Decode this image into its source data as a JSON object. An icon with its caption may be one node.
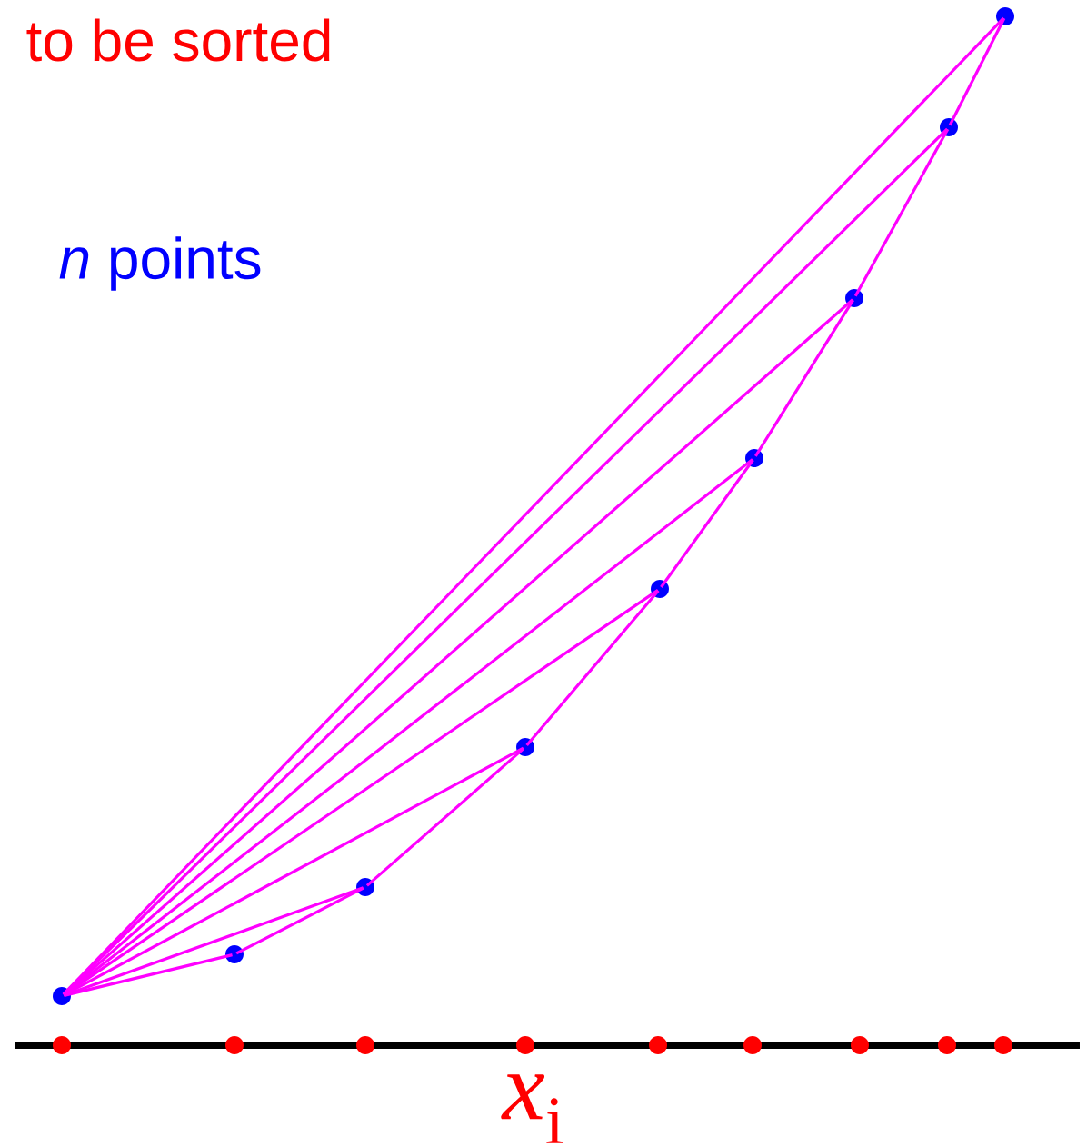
{
  "diagram": {
    "nodes": [
      {
        "text": [],
        "shape": "circle"
      },
      {
        "text": [],
        "shape": "circle"
      },
      {
        "text": [],
        "shape": "circle"
      },
      {
        "text": [],
        "shape": "circle"
      },
      {
        "text": [],
        "shape": "circle"
      },
      {
        "text": [],
        "shape": "circle"
      },
      {
        "text": [],
        "shape": "circle"
      },
      {
        "text": [],
        "shape": "circle"
      },
      {
        "text": [],
        "shape": "circle"
      },
      {
        "text": [],
        "shape": "circle"
      },
      {
        "text": [],
        "shape": "circle"
      },
      {
        "text": [],
        "shape": "circle"
      },
      {
        "text": [],
        "shape": "circle"
      },
      {
        "text": [],
        "shape": "circle"
      },
      {
        "text": [],
        "shape": "circle"
      },
      {
        "text": [],
        "shape": "circle"
      },
      {
        "text": [],
        "shape": "circle"
      },
      {
        "text": [],
        "shape": "circle"
      }
    ],
    "edges": [
      {
        "from": 0,
        "to": 1,
        "arrow": "none"
      },
      {
        "from": 0,
        "to": 2,
        "arrow": "none"
      },
      {
        "from": 0,
        "to": 3,
        "arrow": "none"
      },
      {
        "from": 0,
        "to": 4,
        "arrow": "none"
      },
      {
        "from": 0,
        "to": 5,
        "arrow": "none"
      },
      {
        "from": 0,
        "to": 6,
        "arrow": "none"
      },
      {
        "from": 0,
        "to": 7,
        "arrow": "none"
      },
      {
        "from": 0,
        "to": 8,
        "arrow": "none"
      },
      {
        "from": 1,
        "to": 2,
        "arrow": "none"
      },
      {
        "from": 2,
        "to": 3,
        "arrow": "none"
      },
      {
        "from": 3,
        "to": 4,
        "arrow": "none"
      },
      {
        "from": 4,
        "to": 5,
        "arrow": "none"
      },
      {
        "from": 5,
        "to": 6,
        "arrow": "none"
      },
      {
        "from": 6,
        "to": 7,
        "arrow": "none"
      },
      {
        "from": 7,
        "to": 8,
        "arrow": "none"
      }
    ],
    "labels": [
      "to be sorted",
      "*n* points",
      "*x*$_{i}$"
    ]
  }
}
